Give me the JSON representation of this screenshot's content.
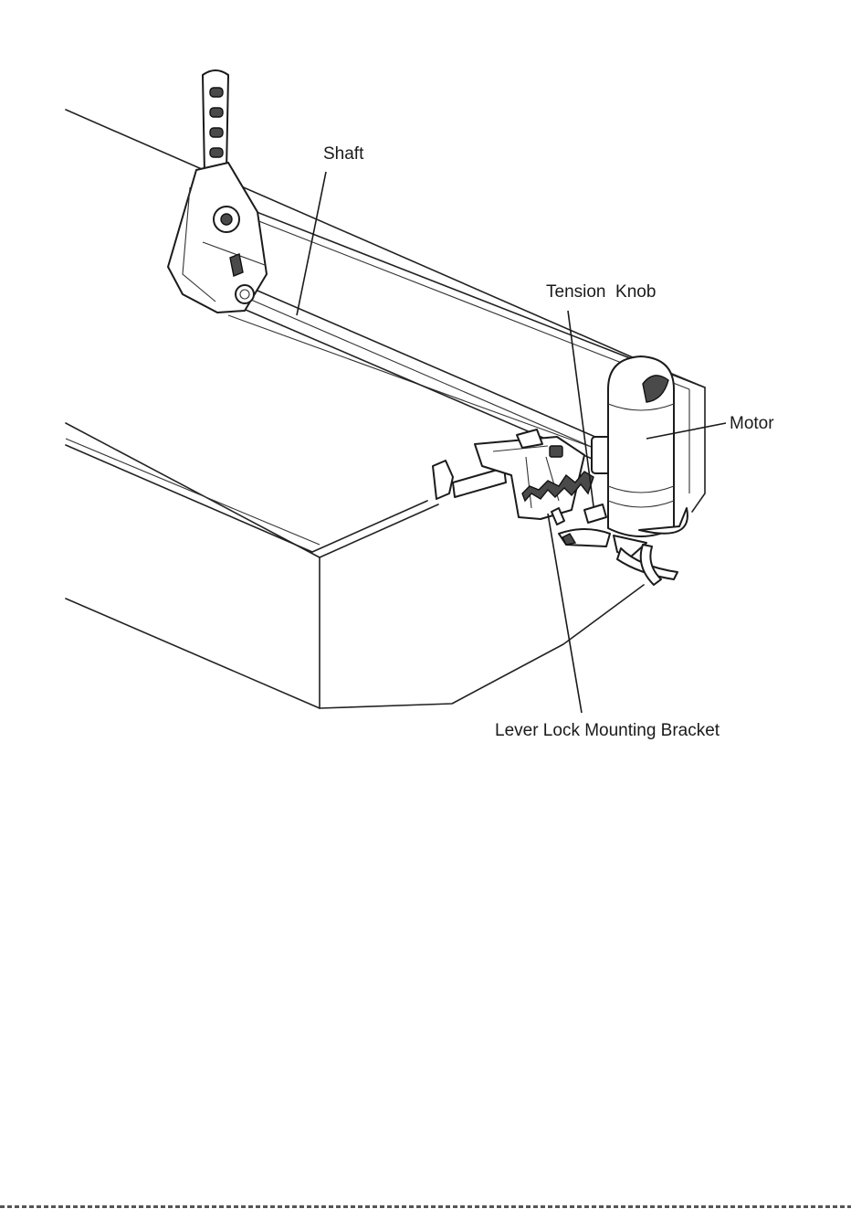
{
  "diagram": {
    "labels": {
      "shaft": "Shaft",
      "tension_knob": "Tension  Knob",
      "motor": "Motor",
      "bracket": "Lever Lock Mounting Bracket"
    }
  }
}
